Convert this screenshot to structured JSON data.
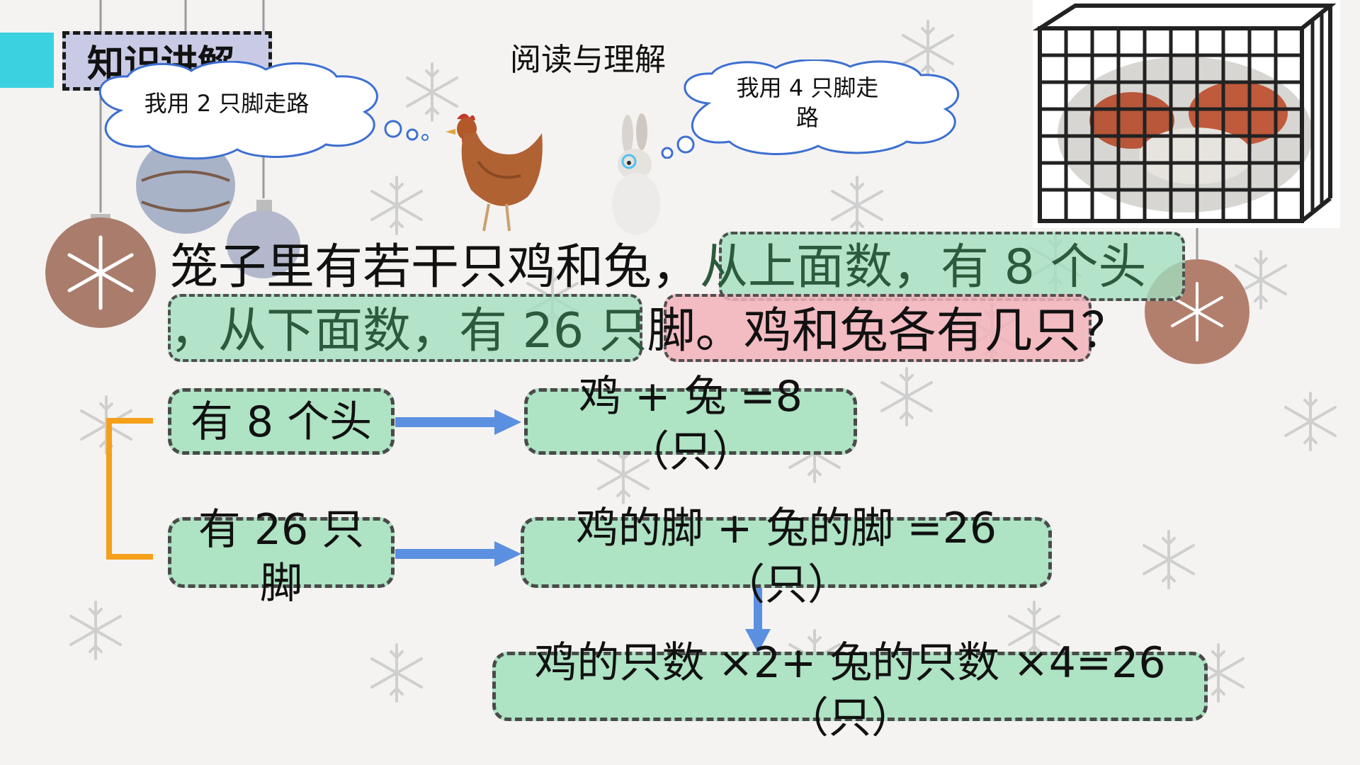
{
  "header": {
    "badge": "知识讲解",
    "title": "阅读与理解"
  },
  "clouds": {
    "chicken_thought": "我用 2 只脚走路",
    "rabbit_thought_line1": "我用 4 只脚走",
    "rabbit_thought_line2": "路"
  },
  "problem": {
    "line1_prefix": "笼子里有若干只鸡和兔，",
    "line1_highlight": "从上面数，有 8 个头",
    "line2_highlight_green": "，从下面数，有 26 只",
    "line2_highlight_pink": "脚。鸡和兔各有几只",
    "line2_suffix": "？"
  },
  "flow": {
    "heads_label": "有 8 个头",
    "legs_label_line1": "有 26 只",
    "legs_label_line2": "脚",
    "eq1_line1": "鸡 + 兔 =8",
    "eq1_line2": "（只）",
    "eq2_line1": "鸡的脚 + 兔的脚 =26",
    "eq2_line2": "（只）",
    "eq3_line1": "鸡的只数 ×2+ 兔的只数 ×4=26",
    "eq3_line2": "（只）"
  },
  "colors": {
    "accent_cyan": "#3ad1e0",
    "box_green": "#aee3c4",
    "highlight_pink": "#f2b0ba",
    "arrow_blue": "#5b8fe0",
    "bracket_orange": "#f5a01a"
  }
}
